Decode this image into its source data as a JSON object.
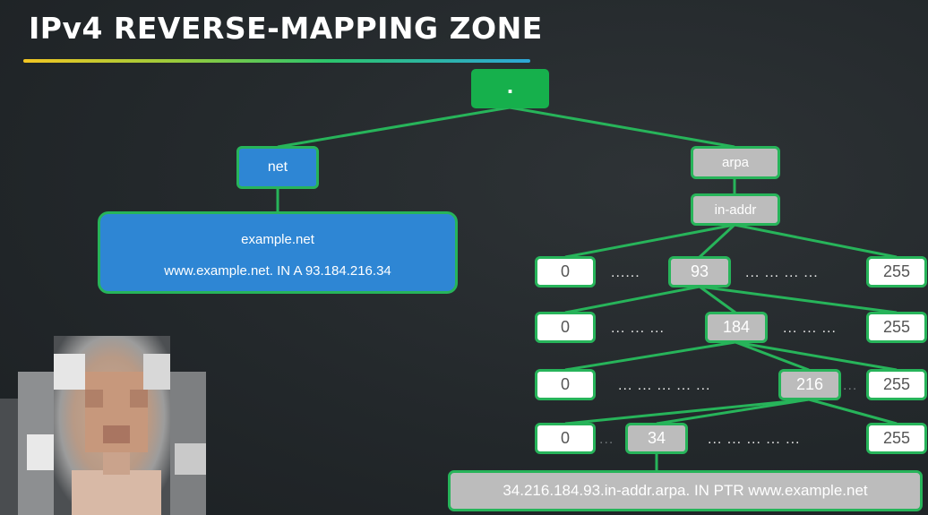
{
  "title": "IPv4 REVERSE-MAPPING ZONE",
  "nodes": {
    "root": ".",
    "net": "net",
    "arpa": "arpa",
    "in_addr": "in-addr"
  },
  "zone": {
    "name": "example.net",
    "record": "www.example.net.  IN  A 93.184.216.34"
  },
  "rows": [
    {
      "left": "0",
      "dots_left": "......",
      "mid": "93",
      "dots_right": "... ... ... ...",
      "right": "255"
    },
    {
      "left": "0",
      "dots_left": "... ... ...",
      "mid": "184",
      "dots_right": "... ... ...",
      "right": "255"
    },
    {
      "left": "0",
      "dots_left": "... ... ... ... ...",
      "mid": "216",
      "dots_right": "...",
      "right": "255"
    },
    {
      "left": "0",
      "dots_left": "...",
      "mid": "34",
      "dots_right": "... ... ... ... ...",
      "right": "255"
    }
  ],
  "ptr_record": "34.216.184.93.in-addr.arpa. IN PTR www.example.net",
  "colors": {
    "green": "#27b45a",
    "root_green": "#16b04c",
    "blue": "#2e86d4",
    "gray": "#bcbcbc",
    "background": "#262b2e"
  },
  "presenter": "pixelated-avatar"
}
